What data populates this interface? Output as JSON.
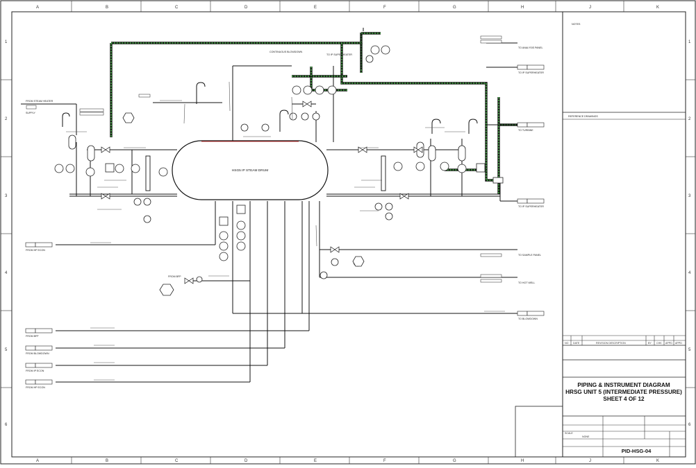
{
  "border": {
    "columns": [
      "A",
      "B",
      "C",
      "D",
      "E",
      "F",
      "G",
      "H",
      "J",
      "K"
    ],
    "rows": [
      "1",
      "2",
      "3",
      "4",
      "5",
      "6"
    ]
  },
  "panels": {
    "notes_title": "NOTES",
    "reference_title": "REFERENCE DRAWINGS"
  },
  "drum_label": "HSG5 IP STEAM DRUM",
  "labels": {
    "left_top": "FROM STEAM HEATER",
    "left_top2": "SUPPLY",
    "left_mid": "FROM HP ECON",
    "left_b1": "FROM BFP",
    "left_b2": "FROM BLOWDOWN",
    "left_b3": "FROM IP ECON",
    "left_b4": "FROM HP ECON",
    "right_1": "TO ANALYSIS PANEL",
    "right_2": "TO IP SUPERHEATER",
    "right_3": "TO TURBINE",
    "right_4": "TO IP SUPERHEATER",
    "right_5": "TO SAMPLE PANEL",
    "right_6": "TO HOT WELL",
    "right_7": "TO BLOWDOWN",
    "dotted_top": "CONTINUOUS BLOWDOWN",
    "dotted_top2": "TO IP SUPERHEATER",
    "bottom_left": "FROM BFP"
  },
  "revision_headers": [
    "NO",
    "DATE",
    "REVISION DESCRIPTION",
    "BY",
    "CHK",
    "APPD",
    "APPD"
  ],
  "title_block": {
    "line1": "PIPING & INSTRUMENT DIAGRAM",
    "line2": "HRSG UNIT 5 (INTERMEDIATE PRESSURE)",
    "line3": "SHEET 4 OF 12",
    "scale_label": "SCALE",
    "scale_value": "NONE",
    "drawing_number": "PID-HSG-04"
  }
}
